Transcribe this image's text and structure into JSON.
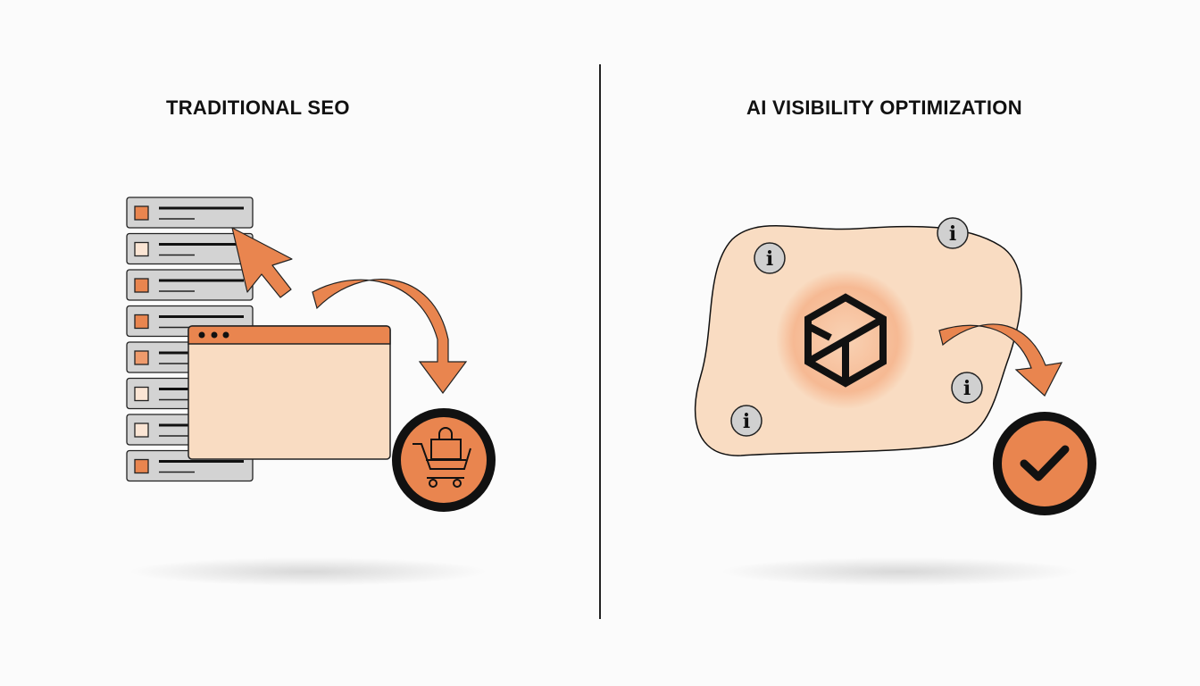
{
  "left_panel": {
    "title": "TRADITIONAL SEO",
    "list_rows": 8,
    "icons": [
      "list-rows-icon",
      "cursor-arrow-icon",
      "browser-window-icon",
      "curved-arrow-icon",
      "shopping-cart-icon"
    ]
  },
  "right_panel": {
    "title": "AI VISIBILITY OPTIMIZATION",
    "info_glyph": "i",
    "icons": [
      "cube-icon",
      "info-icon",
      "curved-arrow-icon",
      "checkmark-icon"
    ]
  },
  "colors": {
    "accent": "#e9854f",
    "accent_light": "#f9dcc2",
    "row_gray": "#d3d3d3",
    "outline": "#111111"
  }
}
